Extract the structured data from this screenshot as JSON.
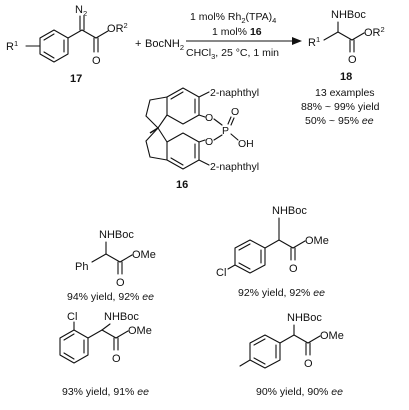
{
  "reaction": {
    "reactant_label": "17",
    "diazo": "N",
    "diazo_sub": "2",
    "r1": "R",
    "r1_sup": "1",
    "ester_o": "O",
    "ester_r2": "OR",
    "ester_r2_sup": "2",
    "carbonyl_o": "O",
    "plus": "+",
    "reagent": "BocNH",
    "reagent_sub": "2",
    "cond1_prefix": "1 mol% Rh",
    "cond1_sub": "2",
    "cond1_suffix": "(TPA)",
    "cond1_sub2": "4",
    "cond2_prefix": "1 mol% ",
    "cond2_bold": "16",
    "cond3_prefix": "CHCl",
    "cond3_sub": "3",
    "cond3_suffix": ", 25 °C, 1 min",
    "product_nhboc": "NHBoc",
    "product_r1": "R",
    "product_r1_sup": "1",
    "product_or2": "OR",
    "product_or2_sup": "2",
    "product_o": "O",
    "product_label": "18",
    "summary1": "13 examples",
    "summary2": "88% ~ 99% yield",
    "summary3_prefix": "50% ~ 95% ",
    "summary3_ee": "ee"
  },
  "catalyst": {
    "label": "16",
    "top_sub": "2-naphthyl",
    "bottom_sub": "2-naphthyl",
    "o1": "O",
    "o2": "O",
    "p": "P",
    "p_o": "O",
    "oh": "OH"
  },
  "examples": [
    {
      "nhboc": "NHBoc",
      "aryl": "Ph",
      "ome": "OMe",
      "o": "O",
      "yield_text": "94% yield, 92% ",
      "ee": "ee"
    },
    {
      "nhboc": "NHBoc",
      "subst": "Cl",
      "ome": "OMe",
      "o": "O",
      "yield_text": "92% yield, 92% ",
      "ee": "ee"
    },
    {
      "nhboc": "NHBoc",
      "subst": "Cl",
      "ome": "OMe",
      "o": "O",
      "yield_text": "93% yield, 91% ",
      "ee": "ee"
    },
    {
      "nhboc": "NHBoc",
      "ome": "OMe",
      "o": "O",
      "yield_text": "90% yield, 90% ",
      "ee": "ee"
    }
  ]
}
